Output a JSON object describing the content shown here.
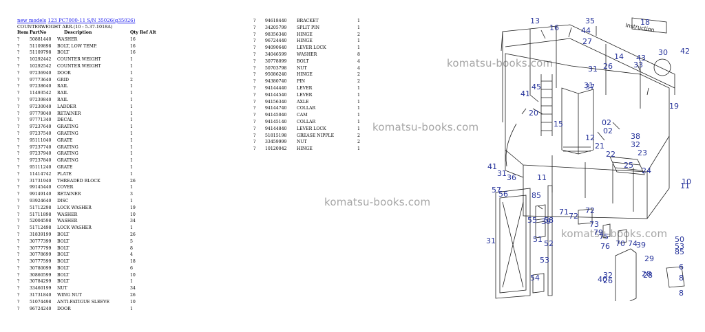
{
  "header": {
    "breadcrumb": [
      {
        "label": "new models"
      },
      {
        "label": "123 PC7000-11 S/N 35026(g35026)"
      }
    ],
    "subtitle": "COUNTERWEIGHT ARR.(10 : 5.37-1018A)"
  },
  "table": {
    "columns": [
      "Item",
      "PartNo",
      "Description",
      "Qty",
      "Ref",
      "Alt"
    ],
    "rows_left": [
      {
        "item": "?",
        "part": "50881440",
        "desc": "WASHER",
        "qty": "16"
      },
      {
        "item": "?",
        "part": "51109898",
        "desc": "BOLT, LOW TEMP.",
        "qty": "16"
      },
      {
        "item": "?",
        "part": "51109798",
        "desc": "BOLT",
        "qty": "16"
      },
      {
        "item": "?",
        "part": "10292442",
        "desc": "COUNTER WEIGHT",
        "qty": "1"
      },
      {
        "item": "?",
        "part": "10292542",
        "desc": "COUNTER WEIGHT",
        "qty": "1"
      },
      {
        "item": "?",
        "part": "97236940",
        "desc": "DOOR",
        "qty": "1"
      },
      {
        "item": "?",
        "part": "97773640",
        "desc": "GRID",
        "qty": "2"
      },
      {
        "item": "?",
        "part": "97238640",
        "desc": "RAIL",
        "qty": "1"
      },
      {
        "item": "?",
        "part": "11493542",
        "desc": "RAIL",
        "qty": "1"
      },
      {
        "item": "?",
        "part": "97239840",
        "desc": "RAIL",
        "qty": "1"
      },
      {
        "item": "?",
        "part": "97230040",
        "desc": "LADDER",
        "qty": "1"
      },
      {
        "item": "?",
        "part": "97779040",
        "desc": "RETAINER",
        "qty": "1"
      },
      {
        "item": "?",
        "part": "97771340",
        "desc": "DECAL",
        "qty": "1"
      },
      {
        "item": "?",
        "part": "97237640",
        "desc": "GRATING",
        "qty": "1"
      },
      {
        "item": "?",
        "part": "97237540",
        "desc": "GRATING",
        "qty": "1"
      },
      {
        "item": "?",
        "part": "95111040",
        "desc": "GRATE",
        "qty": "1"
      },
      {
        "item": "?",
        "part": "97237740",
        "desc": "GRATING",
        "qty": "1"
      },
      {
        "item": "?",
        "part": "97237940",
        "desc": "GRATING",
        "qty": "1"
      },
      {
        "item": "?",
        "part": "97237840",
        "desc": "GRATING",
        "qty": "1"
      },
      {
        "item": "?",
        "part": "95111240",
        "desc": "GRATE",
        "qty": "1"
      },
      {
        "item": "?",
        "part": "11414742",
        "desc": "PLATE",
        "qty": "1"
      },
      {
        "item": "?",
        "part": "31731940",
        "desc": "THREADED BLOCK",
        "qty": "26"
      },
      {
        "item": "?",
        "part": "99145440",
        "desc": "COVER",
        "qty": "1"
      },
      {
        "item": "?",
        "part": "99149140",
        "desc": "RETAINER",
        "qty": "3"
      },
      {
        "item": "?",
        "part": "93924640",
        "desc": "DISC",
        "qty": "1"
      },
      {
        "item": "?",
        "part": "51712298",
        "desc": "LOCK WASHER",
        "qty": "19"
      },
      {
        "item": "?",
        "part": "51711898",
        "desc": "WASHER",
        "qty": "10"
      },
      {
        "item": "?",
        "part": "52004598",
        "desc": "WASHER",
        "qty": "34"
      },
      {
        "item": "?",
        "part": "51712498",
        "desc": "LOCK WASHER",
        "qty": "1"
      },
      {
        "item": "?",
        "part": "31839199",
        "desc": "BOLT",
        "qty": "26"
      },
      {
        "item": "?",
        "part": "30777399",
        "desc": "BOLT",
        "qty": "5"
      },
      {
        "item": "?",
        "part": "30777799",
        "desc": "BOLT",
        "qty": "8"
      },
      {
        "item": "?",
        "part": "30778699",
        "desc": "BOLT",
        "qty": "4"
      },
      {
        "item": "?",
        "part": "30777599",
        "desc": "BOLT",
        "qty": "18"
      },
      {
        "item": "?",
        "part": "30780099",
        "desc": "BOLT",
        "qty": "6"
      },
      {
        "item": "?",
        "part": "30860599",
        "desc": "BOLT",
        "qty": "10"
      },
      {
        "item": "?",
        "part": "30784299",
        "desc": "BOLT",
        "qty": "1"
      },
      {
        "item": "?",
        "part": "33460199",
        "desc": "NUT",
        "qty": "34"
      },
      {
        "item": "?",
        "part": "31731840",
        "desc": "WING NUT",
        "qty": "26"
      },
      {
        "item": "?",
        "part": "51074498",
        "desc": "ANTI-FATIGUE SLEEVE",
        "qty": "10"
      },
      {
        "item": "?",
        "part": "96724240",
        "desc": "DOOR",
        "qty": "1"
      }
    ],
    "rows_right": [
      {
        "item": "?",
        "part": "94618440",
        "desc": "BRACKET",
        "qty": "1"
      },
      {
        "item": "?",
        "part": "34205799",
        "desc": "SPLIT PIN",
        "qty": "1"
      },
      {
        "item": "?",
        "part": "98356340",
        "desc": "HINGE",
        "qty": "2"
      },
      {
        "item": "?",
        "part": "96724440",
        "desc": "HINGE",
        "qty": "1"
      },
      {
        "item": "?",
        "part": "94090640",
        "desc": "LEVER LOCK",
        "qty": "1"
      },
      {
        "item": "?",
        "part": "34046599",
        "desc": "WASHER",
        "qty": "8"
      },
      {
        "item": "?",
        "part": "30778099",
        "desc": "BOLT",
        "qty": "4"
      },
      {
        "item": "?",
        "part": "50703798",
        "desc": "NUT",
        "qty": "4"
      },
      {
        "item": "?",
        "part": "95086240",
        "desc": "HINGE",
        "qty": "2"
      },
      {
        "item": "?",
        "part": "94380740",
        "desc": "PIN",
        "qty": "2"
      },
      {
        "item": "?",
        "part": "94144440",
        "desc": "LEVER",
        "qty": "1"
      },
      {
        "item": "?",
        "part": "94144540",
        "desc": "LEVER",
        "qty": "1"
      },
      {
        "item": "?",
        "part": "94156340",
        "desc": "AXLE",
        "qty": "1"
      },
      {
        "item": "?",
        "part": "94144740",
        "desc": "COLLAR",
        "qty": "1"
      },
      {
        "item": "?",
        "part": "94145040",
        "desc": "CAM",
        "qty": "1"
      },
      {
        "item": "?",
        "part": "94145140",
        "desc": "COLLAR",
        "qty": "1"
      },
      {
        "item": "?",
        "part": "94144840",
        "desc": "LEVER LOCK",
        "qty": "1"
      },
      {
        "item": "?",
        "part": "51815198",
        "desc": "GREASE NIPPLE",
        "qty": "2"
      },
      {
        "item": "?",
        "part": "33459999",
        "desc": "NUT",
        "qty": "2"
      },
      {
        "item": "?",
        "part": "10120042",
        "desc": "HINGE",
        "qty": "1"
      }
    ]
  },
  "watermarks": [
    "komatsu-books.com",
    "komatsu-books.com",
    "komatsu-books.com",
    "komatsu-books.com"
  ],
  "diagram": {
    "plate_text": "Instruction",
    "callouts": [
      "13",
      "35",
      "18",
      "16",
      "44",
      "27",
      "30",
      "43",
      "42",
      "14",
      "33",
      "31",
      "26",
      "37",
      "31",
      "45",
      "41",
      "20",
      "15",
      "19",
      "02",
      "02",
      "38",
      "12",
      "21",
      "32",
      "22",
      "23",
      "41",
      "31",
      "36",
      "25",
      "24",
      "11",
      "57",
      "56",
      "85",
      "71",
      "72",
      "72",
      "55",
      "39",
      "58",
      "51",
      "52",
      "73",
      "79",
      "75",
      "76",
      "70",
      "74",
      "39",
      "31",
      "50",
      "53",
      "54",
      "28",
      "29",
      "32",
      "40",
      "26",
      "28",
      "53",
      "85",
      "8",
      "6",
      "8",
      "10",
      "11"
    ],
    "colors": {
      "line": "#1c1c1c",
      "label": "#25329a"
    }
  }
}
